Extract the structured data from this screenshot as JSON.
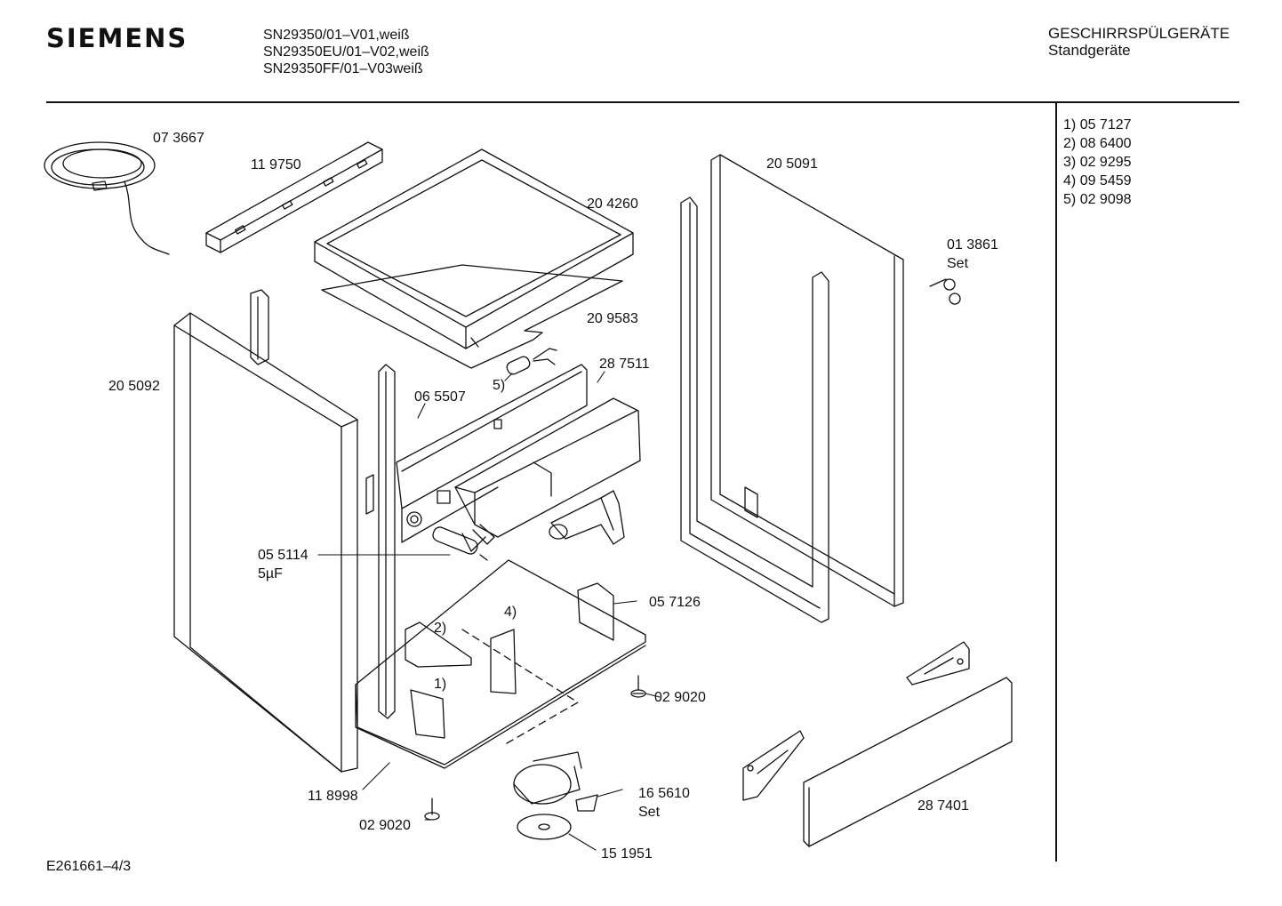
{
  "header": {
    "brand": "SIEMENS",
    "models": [
      "SN29350/01–V01,weiß",
      "SN29350EU/01–V02,weiß",
      "SN29350FF/01–V03weiß"
    ],
    "category": "GESCHIRRSPÜLGERÄTE",
    "subcategory": "Standgeräte"
  },
  "legend": [
    {
      "index": "1)",
      "part": "05 7127"
    },
    {
      "index": "2)",
      "part": "08 6400"
    },
    {
      "index": "3)",
      "part": "02 9295"
    },
    {
      "index": "4)",
      "part": "09 5459"
    },
    {
      "index": "5)",
      "part": "02 9098"
    }
  ],
  "labels": {
    "power_cord": "07 3667",
    "rail": "11 9750",
    "worktop": "20 4260",
    "worktop_sheet": "20 9583",
    "side_panel_right": "20 5091",
    "screw_set_part": "01 3861",
    "screw_set_word": "Set",
    "side_panel_left": "20 5092",
    "front_frame": "06 5507",
    "ref_5": "5)",
    "duct": "28 7511",
    "capacitor_part": "05 5114",
    "capacitor_value": "5µF",
    "bracket_right": "05 7126",
    "ref_2": "2)",
    "ref_4": "4)",
    "ref_1": "1)",
    "foot_right": "02 9020",
    "base_frame": "11 8998",
    "pump_set_part": "16 5610",
    "pump_set_word": "Set",
    "foot_left": "02 9020",
    "plinth": "28 7401",
    "disc": "15 1951"
  },
  "footer": {
    "doc_id": "E261661–4/3"
  }
}
